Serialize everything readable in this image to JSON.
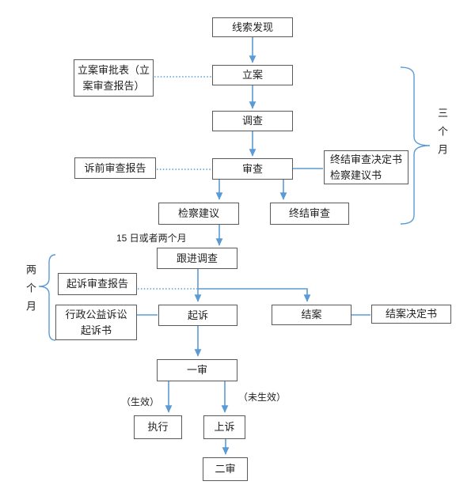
{
  "colors": {
    "connector": "#5B9BD5",
    "box_border": "#595959",
    "text": "#1f1f1f",
    "background": "#ffffff"
  },
  "nodes": {
    "clue_discovery": "线索发现",
    "case_filing": "立案",
    "filing_approval_form": "立案审批表（立\n案审查报告）",
    "investigation": "调查",
    "review": "审查",
    "pre_litigation_review_report": "诉前审查报告",
    "termination_docs": "终结审查决定书\n检察建议书",
    "procuratorial_suggestion": "检察建议",
    "terminate_review": "终结审查",
    "follow_up_investigation": "跟进调查",
    "prosecution_review_report": "起诉审查报告",
    "admin_pil_indictment": "行政公益诉讼\n起诉书",
    "prosecute": "起诉",
    "close_case": "结案",
    "closing_decision": "结案决定书",
    "first_instance": "一审",
    "execute": "执行",
    "appeal": "上诉",
    "second_instance": "二审"
  },
  "labels": {
    "deadline_15d": "15 日或者两个月",
    "three_months": "三个月",
    "two_months": "两个月",
    "effective": "（生效）",
    "not_effective": "（未生效）"
  },
  "edges": [
    {
      "from": "clue_discovery",
      "to": "case_filing",
      "style": "arrow"
    },
    {
      "from": "filing_approval_form",
      "to": "case_filing",
      "style": "dotted"
    },
    {
      "from": "case_filing",
      "to": "investigation",
      "style": "arrow"
    },
    {
      "from": "investigation",
      "to": "review",
      "style": "arrow"
    },
    {
      "from": "pre_litigation_review_report",
      "to": "review",
      "style": "dotted"
    },
    {
      "from": "review",
      "to": "termination_docs",
      "style": "line"
    },
    {
      "from": "review",
      "to": "procuratorial_suggestion",
      "style": "arrow"
    },
    {
      "from": "review",
      "to": "terminate_review",
      "style": "arrow"
    },
    {
      "from": "procuratorial_suggestion",
      "to": "follow_up_investigation",
      "style": "arrow",
      "label": "15 日或者两个月"
    },
    {
      "from": "follow_up_investigation",
      "to": "prosecute",
      "style": "arrow"
    },
    {
      "from": "follow_up_investigation",
      "to": "close_case",
      "style": "arrow"
    },
    {
      "from": "prosecution_review_report",
      "to": "follow_up_investigation_branch",
      "style": "dotted"
    },
    {
      "from": "admin_pil_indictment",
      "to": "prosecute",
      "style": "line"
    },
    {
      "from": "close_case",
      "to": "closing_decision",
      "style": "line"
    },
    {
      "from": "prosecute",
      "to": "first_instance",
      "style": "arrow"
    },
    {
      "from": "first_instance",
      "to": "execute",
      "style": "arrow",
      "label": "（生效）"
    },
    {
      "from": "first_instance",
      "to": "appeal",
      "style": "arrow",
      "label": "（未生效）"
    },
    {
      "from": "appeal",
      "to": "second_instance",
      "style": "arrow"
    }
  ],
  "braces": [
    {
      "label": "三个月",
      "side": "right",
      "spans": "立案→终结审查"
    },
    {
      "label": "两个月",
      "side": "left",
      "spans": "起诉审查报告→行政公益诉讼起诉书"
    }
  ]
}
